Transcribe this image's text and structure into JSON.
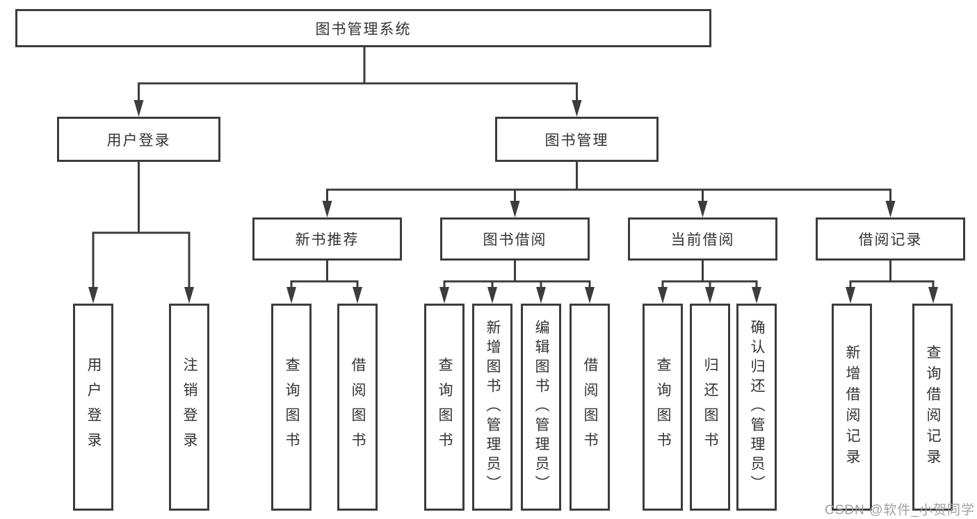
{
  "diagram": {
    "title": "图书管理系统",
    "nodes": {
      "root": "图书管理系统",
      "user_login": "用户登录",
      "book_management": "图书管理",
      "new_book_recommend": "新书推荐",
      "book_borrow": "图书借阅",
      "current_borrow": "当前借阅",
      "borrow_records": "借阅记录",
      "leaf_user_login": "用户登录",
      "leaf_logout": "注销登录",
      "leaf_query_books_rec": "查询图书",
      "leaf_borrow_books_rec": "借阅图书",
      "leaf_query_books_borrow": "查询图书",
      "leaf_add_book_admin": "新增图书（管理员）",
      "leaf_edit_book_admin": "编辑图书（管理员）",
      "leaf_borrow_books_borrow": "借阅图书",
      "leaf_query_books_current": "查询图书",
      "leaf_return_books": "归还图书",
      "leaf_confirm_return_admin": "确认归还（管理员）",
      "leaf_add_borrow_record": "新增借阅记录",
      "leaf_query_borrow_record": "查询借阅记录"
    },
    "colors": {
      "line": "#3c3c3c",
      "text": "#333333",
      "box_background": "#ffffff",
      "page_background": "#ffffff"
    }
  },
  "watermark": {
    "text": "CSDN @软件_小贺同学",
    "color": "#9e9ea4"
  }
}
